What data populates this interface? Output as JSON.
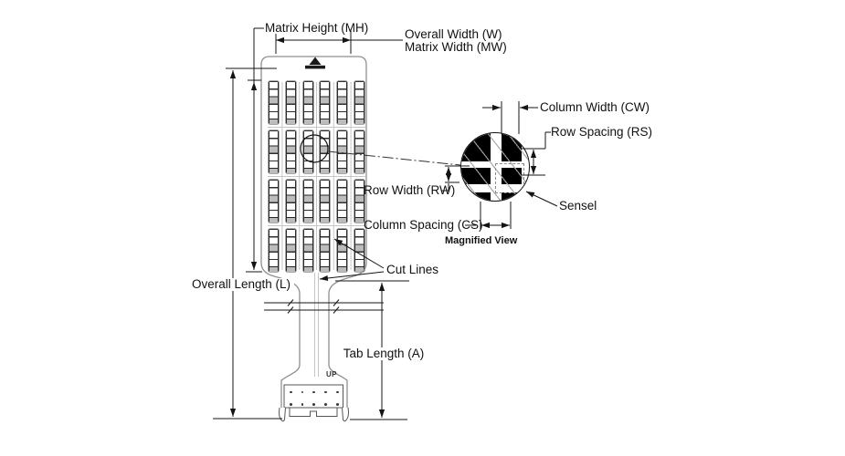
{
  "diagram": {
    "type": "sensor-dimension-technical-drawing",
    "labels": {
      "matrix_height": "Matrix Height (MH)",
      "overall_width": "Overall Width (W)",
      "matrix_width": "Matrix Width (MW)",
      "column_width": "Column Width (CW)",
      "row_spacing": "Row Spacing (RS)",
      "row_width": "Row Width (RW)",
      "sensel": "Sensel",
      "column_spacing": "Column Spacing (CS)",
      "magnified_view": "Magnified View",
      "cut_lines": "Cut Lines",
      "overall_length": "Overall Length (L)",
      "tab_length": "Tab Length (A)",
      "up": "UP"
    },
    "matrix": {
      "columns": 6,
      "row_groups": 4
    },
    "connector": {
      "pin_rows": 2,
      "pin_cols": 5
    },
    "magnified_view": {
      "sensel_rows": 2,
      "sensel_columns": 2
    },
    "colors": {
      "dimension_line": "#141414",
      "body_outline": "#8f8f8f",
      "sensel_fill": "#000000",
      "shading_gray": "#bcbcbc"
    }
  }
}
